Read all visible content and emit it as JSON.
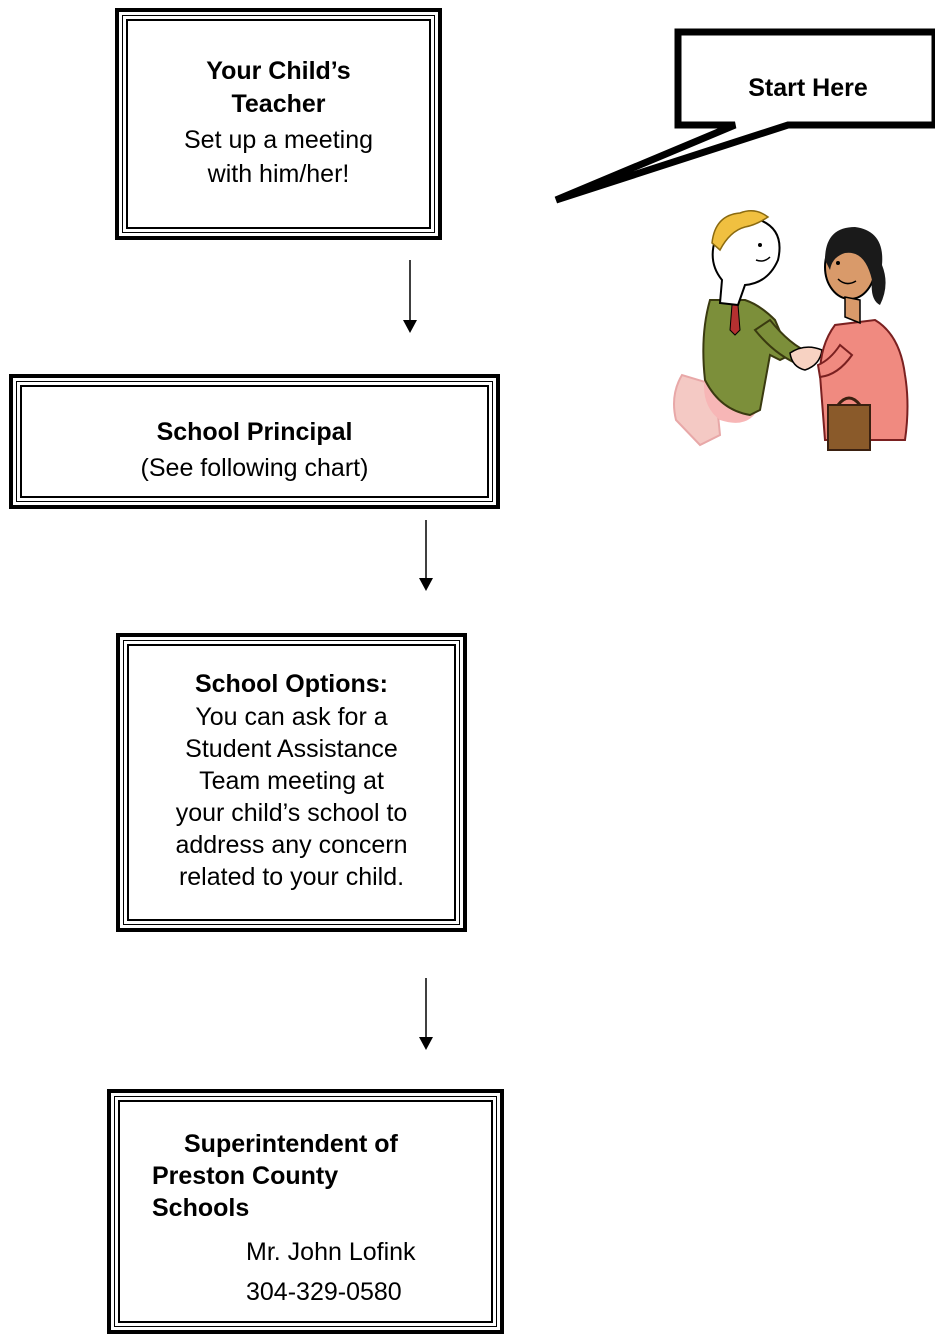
{
  "teacher": {
    "title_line1": "Your Child’s",
    "title_line2": "Teacher",
    "text_line1": "Set up a meeting",
    "text_line2": "with him/her!"
  },
  "callout": {
    "label": "Start Here"
  },
  "principal": {
    "title": "School Principal",
    "text": "(See following chart)"
  },
  "options": {
    "title": "School Options:",
    "lines": [
      "You can ask for a",
      "Student Assistance",
      "Team meeting at",
      "your child’s school to",
      "address any concern",
      "related to your child."
    ]
  },
  "superintendent": {
    "title_line1": "Superintendent of",
    "title_line2": "Preston County",
    "title_line3": "Schools",
    "name": "Mr. John Lofink",
    "phone": "304-329-0580"
  },
  "illustration": {
    "icon": "handshake-illustration-icon"
  }
}
